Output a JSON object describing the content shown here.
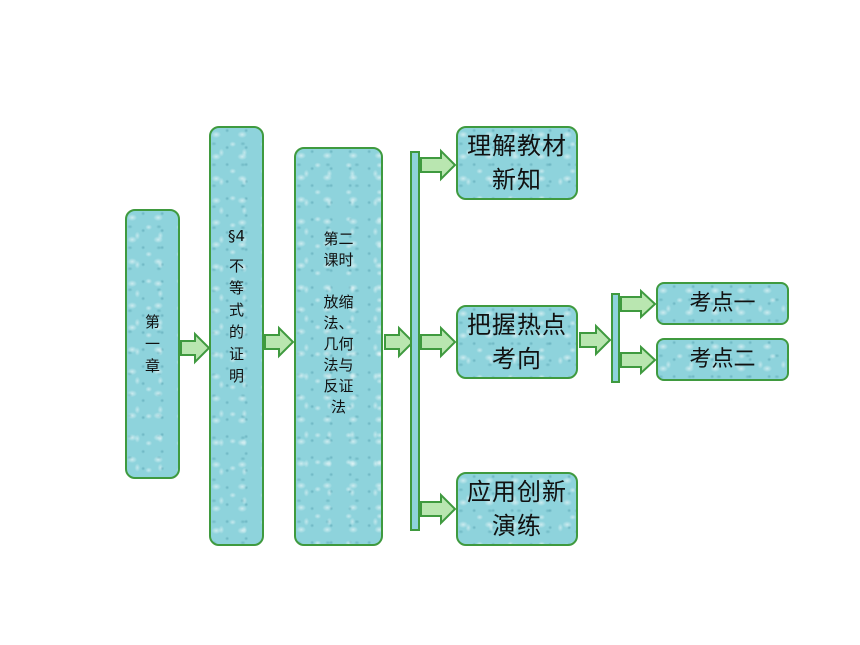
{
  "chapter": "第一章",
  "section": {
    "number": "§4",
    "title": "不等式的证明"
  },
  "lesson": {
    "period": "第二课时",
    "topic": "放缩法、几何法与反证法"
  },
  "parts": [
    {
      "label": "理解教材新知"
    },
    {
      "label": "把握热点考向"
    },
    {
      "label": "应用创新演练"
    }
  ],
  "points": [
    {
      "label": "考点一"
    },
    {
      "label": "考点二"
    }
  ],
  "colors": {
    "fill": "#8ed3dc",
    "border": "#3f9a3f",
    "arrow_fill": "#b9e6b0"
  }
}
